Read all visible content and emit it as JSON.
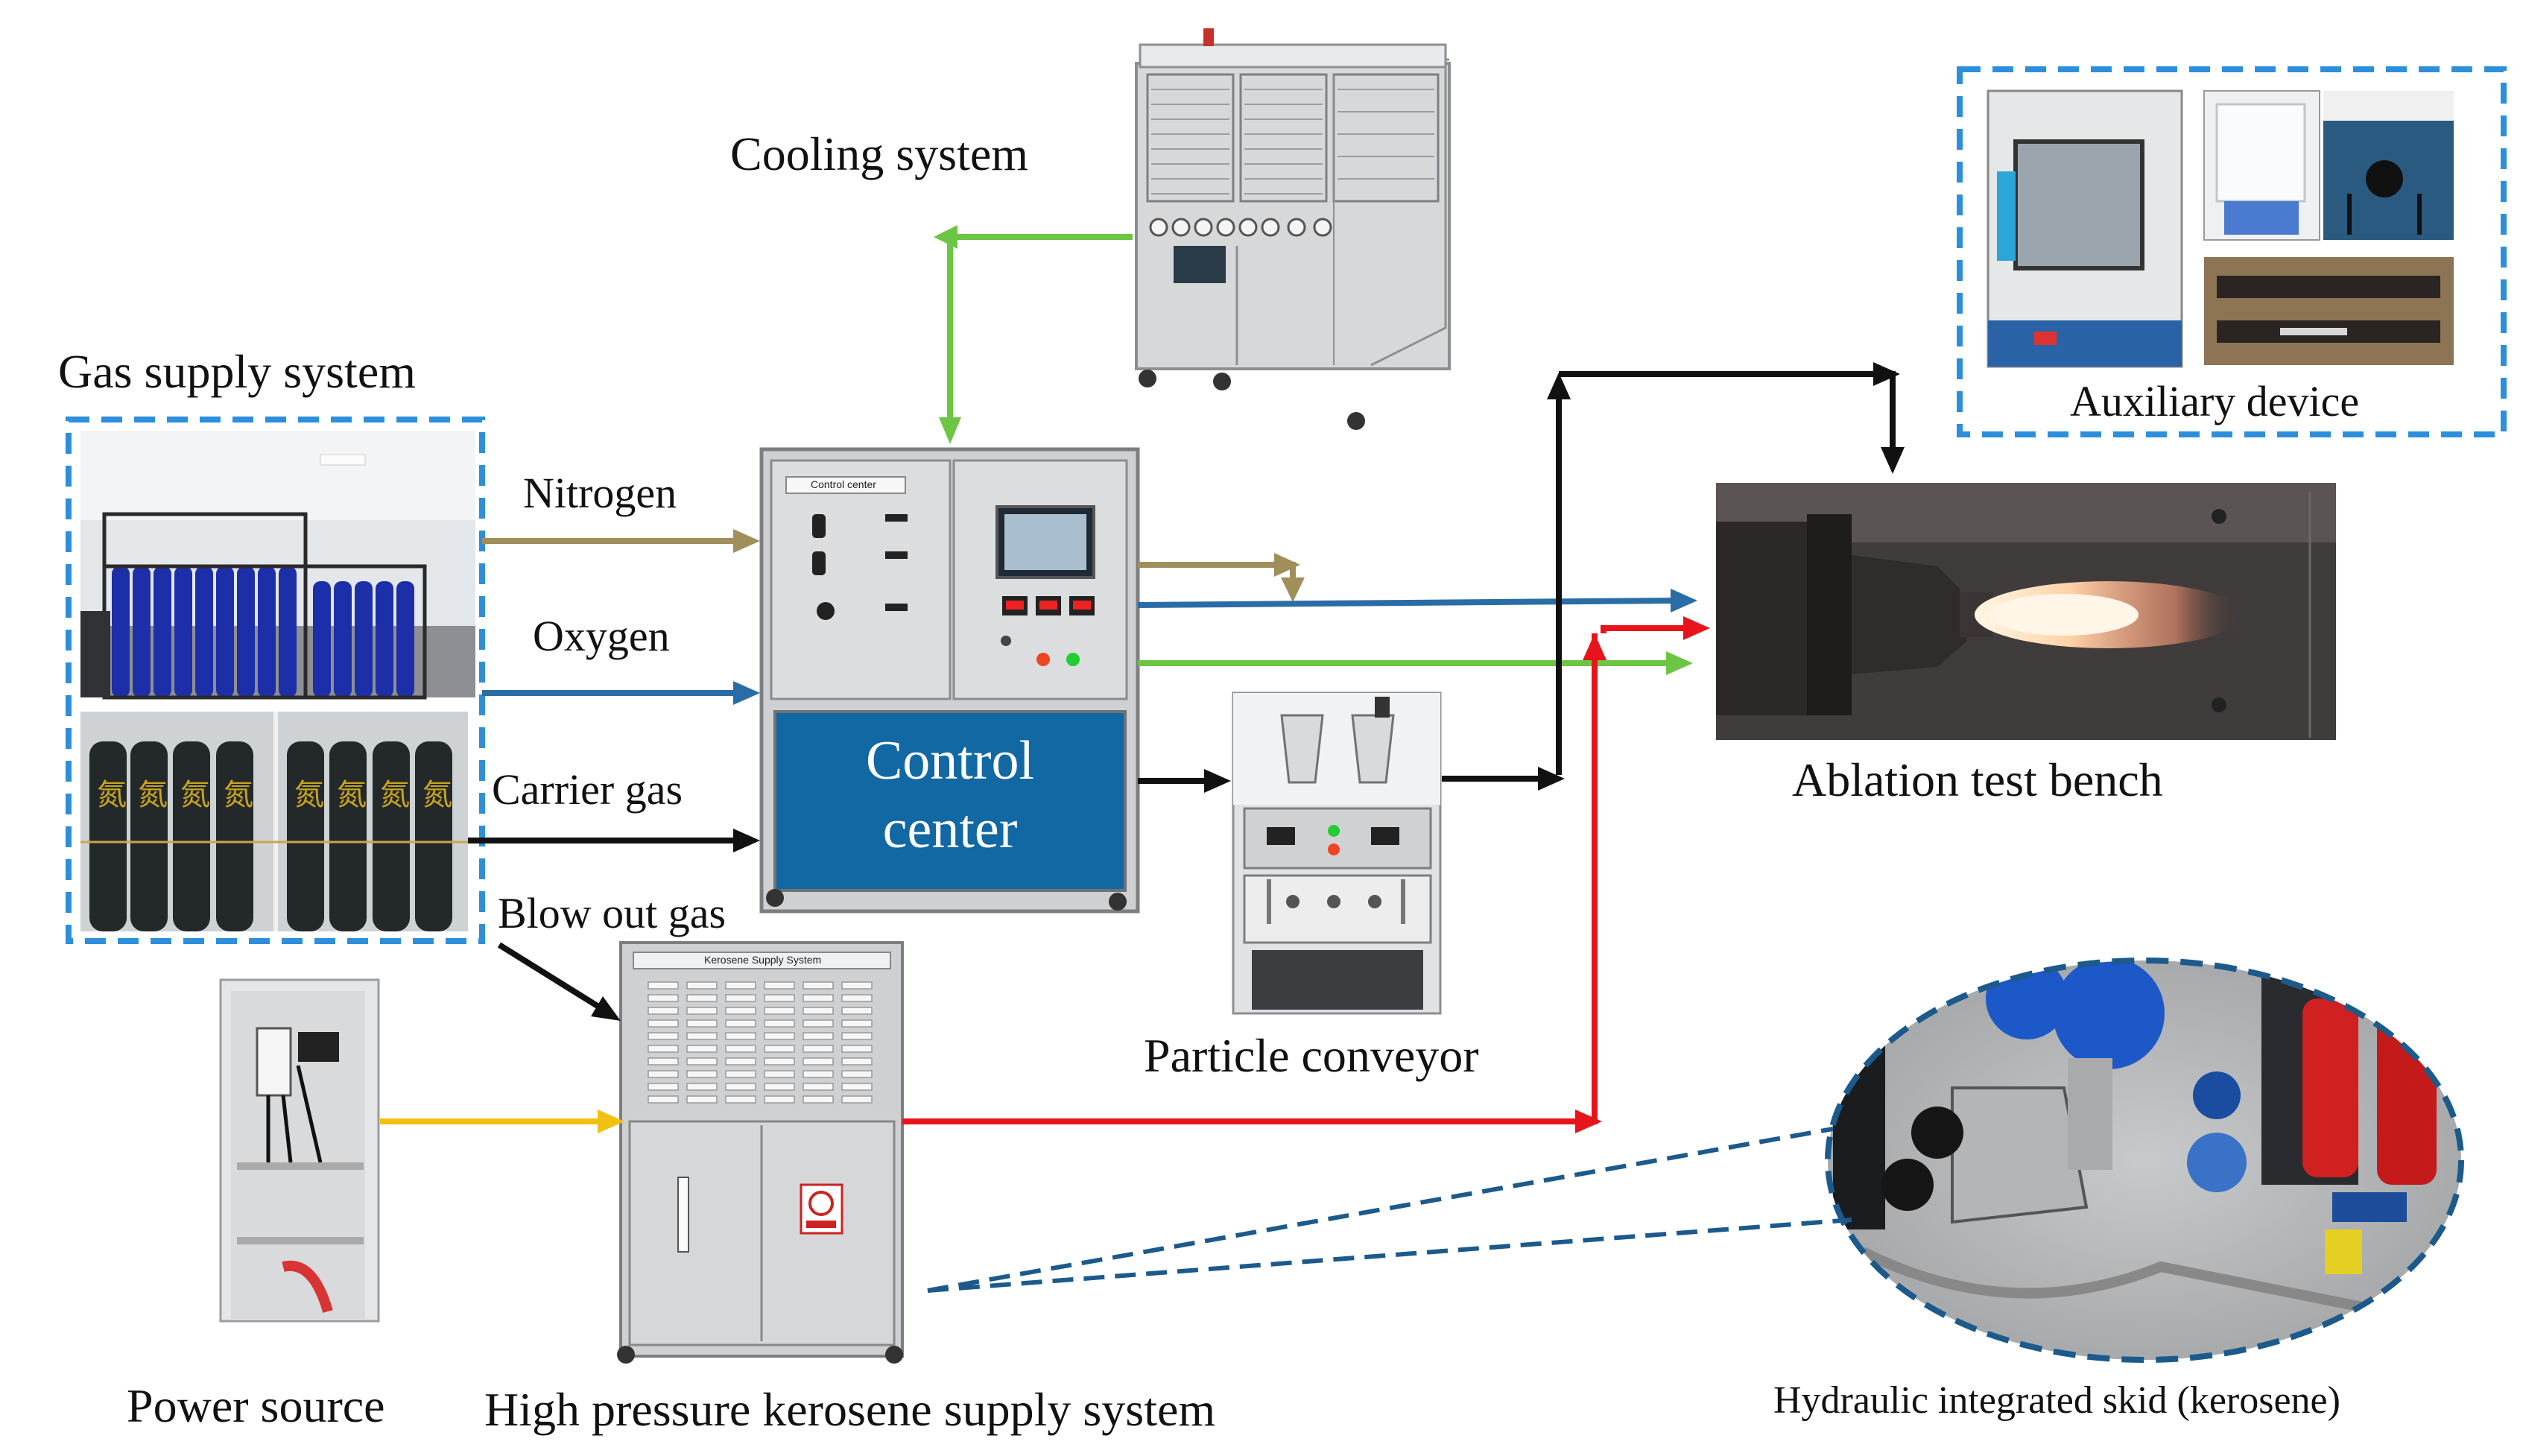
{
  "labels": {
    "cooling_system": "Cooling system",
    "gas_supply_system": "Gas supply system",
    "nitrogen": "Nitrogen",
    "oxygen": "Oxygen",
    "carrier_gas": "Carrier gas",
    "blow_out_gas": "Blow out gas",
    "control_center": "Control center",
    "ablation_test_bench": "Ablation test bench",
    "auxiliary_device": "Auxiliary device",
    "particle_conveyor": "Particle conveyor",
    "power_source": "Power source",
    "kerosene_supply": "High pressure kerosene supply system",
    "hydraulic_skid": "Hydraulic integrated skid (kerosene)"
  },
  "panel_text": {
    "control_panel_title": "Control center",
    "kerosene_panel_title": "Kerosene Supply System"
  },
  "colors": {
    "nitrogen": "#a08f5a",
    "oxygen": "#2a6da6",
    "cooling": "#6cc644",
    "carrier": "#111111",
    "kerosene": "#e8141b",
    "power": "#f2c010",
    "dashed_frame": "#2d8fdc",
    "callout": "#1c5a8c",
    "control_screen": "#1168a3"
  }
}
